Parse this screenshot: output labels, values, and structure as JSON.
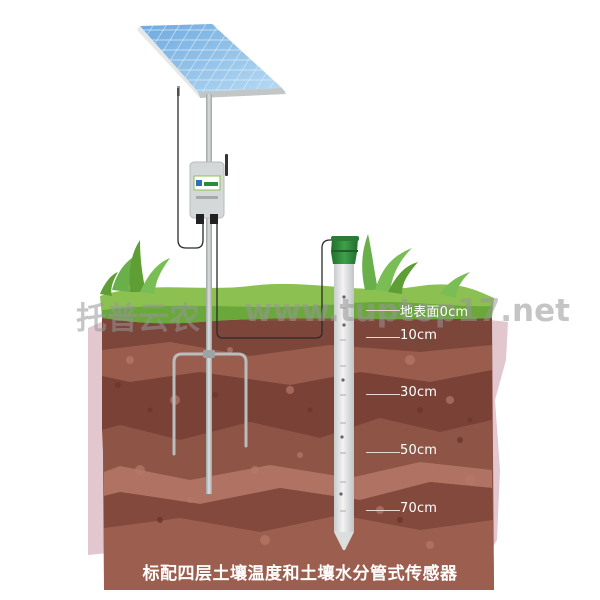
{
  "title_caption": "标配四层土壤温度和土壤水分管式传感器",
  "watermark": {
    "cn_text": "托普云农",
    "url_text": "www.tuptop17.net"
  },
  "depth_labels": [
    {
      "label": "地表面0cm",
      "depth_cm": 0
    },
    {
      "label": "10cm",
      "depth_cm": 10
    },
    {
      "label": "30cm",
      "depth_cm": 30
    },
    {
      "label": "50cm",
      "depth_cm": 50
    },
    {
      "label": "70cm",
      "depth_cm": 70
    }
  ],
  "components": {
    "solar_panel": "solar-panel",
    "data_logger": "wireless-data-logger",
    "antenna": "antenna",
    "mounting_pole": "mounting-pole",
    "ground_anchor": "ground-anchor-stake",
    "tube_sensor": "tubular-soil-moisture-temperature-sensor",
    "sensor_cap": "green-sensor-cap"
  },
  "colors": {
    "soil_dark": "#7a4438",
    "soil_mid": "#8f5647",
    "soil_light": "#a8685a",
    "grass": "#8cc152",
    "grass_dark": "#5e9e34",
    "panel_blue": "#8fc2ea",
    "sensor_green": "#2e8b3a",
    "tube_white": "#e6e8e8",
    "shadow_pink": "#e2c7cf"
  }
}
